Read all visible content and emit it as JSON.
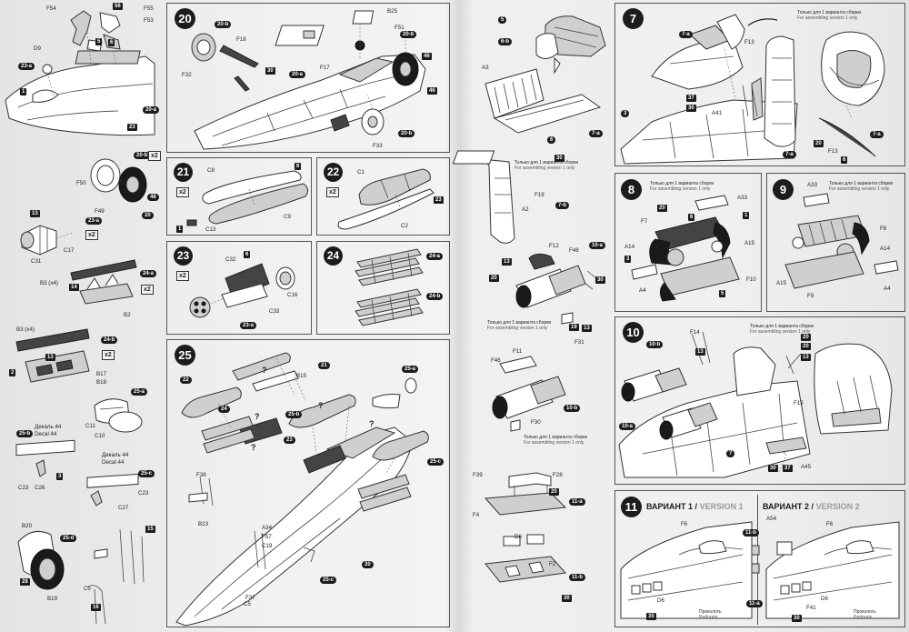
{
  "colors": {
    "ink": "#1c1c1c",
    "paper": "#efefed",
    "panel_border": "#555555",
    "gray_text": "#999999"
  },
  "steps": [
    {
      "id": "20",
      "number": "20"
    },
    {
      "id": "21",
      "number": "21"
    },
    {
      "id": "22",
      "number": "22"
    },
    {
      "id": "23",
      "number": "23"
    },
    {
      "id": "24",
      "number": "24"
    },
    {
      "id": "25",
      "number": "25"
    },
    {
      "id": "7",
      "number": "7"
    },
    {
      "id": "8",
      "number": "8"
    },
    {
      "id": "9",
      "number": "9"
    },
    {
      "id": "10",
      "number": "10"
    },
    {
      "id": "11",
      "number": "11"
    }
  ],
  "left_strip": {
    "labels": [
      "F54",
      "F55",
      "F53",
      "D9",
      "23-a",
      "20-a",
      "20-b",
      "x2",
      "F50",
      "F49",
      "46",
      "20",
      "23-a",
      "x2",
      "C31",
      "C17",
      "B3 (x4)",
      "24-a",
      "x2",
      "B2",
      "B3 (x4)",
      "24-b",
      "x2",
      "B17",
      "B18",
      "25-a",
      "C11",
      "C10",
      "25-b",
      "Декаль 44",
      "Decal 44",
      "C23",
      "C26",
      "Декаль 44",
      "Decal 44",
      "25-c",
      "C23",
      "C27",
      "B20",
      "25-d",
      "B19",
      "C5",
      "5",
      "6",
      "1",
      "13",
      "2",
      "28",
      "56",
      "16",
      "14",
      "13",
      "15",
      "3",
      "23"
    ]
  },
  "step20": {
    "labels": [
      "20-b",
      "F18",
      "F32",
      "B25",
      "F51",
      "20-a",
      "F17",
      "F33",
      "20-b",
      "46",
      "30",
      "20-b",
      "46"
    ]
  },
  "step21": {
    "labels": [
      "C8",
      "C9",
      "C13",
      "x2",
      "6",
      "1"
    ]
  },
  "step22": {
    "labels": [
      "C1",
      "C2",
      "x2",
      "23"
    ]
  },
  "step23": {
    "labels": [
      "C32",
      "C16",
      "C33",
      "23-a",
      "x2",
      "6"
    ]
  },
  "step24": {
    "labels": [
      "24-a",
      "24-b"
    ]
  },
  "step25": {
    "labels": [
      "22",
      "24",
      "B15",
      "21",
      "25-a",
      "25-b",
      "23",
      "25-c",
      "F38",
      "B23",
      "A34",
      "F57",
      "C19",
      "C5",
      "F37",
      "20",
      "25-c",
      "?",
      "?",
      "?",
      "?",
      "?"
    ]
  },
  "mid_page": {
    "labels": [
      "5",
      "6-b",
      "A3",
      "6",
      "7-a",
      "30",
      "F19",
      "A2",
      "7-b",
      "F12",
      "F46",
      "10-a",
      "30",
      "F31",
      "13",
      "13",
      "20",
      "10-b",
      "F11",
      "F46",
      "F30",
      "F39",
      "F28",
      "20",
      "F4",
      "11-a",
      "D6",
      "F2",
      "11-b",
      "30",
      "19"
    ],
    "note_ru": "Только для 1 варианта сборки",
    "note_en": "For assembling version 1 only"
  },
  "step7": {
    "labels": [
      "7-a",
      "F13",
      "A41",
      "3",
      "7-a",
      "20",
      "F13",
      "6",
      "7-a",
      "37",
      "30"
    ],
    "note_ru": "Только для 1 варианта сборки",
    "note_en": "For assembling version 1 only"
  },
  "step8": {
    "labels": [
      "A33",
      "F7",
      "A14",
      "A15",
      "A4",
      "F10",
      "20",
      "6",
      "1",
      "3",
      "5"
    ],
    "note_ru": "Только для 1 варианта сборки",
    "note_en": "For assembling version 1 only"
  },
  "step9": {
    "labels": [
      "A33",
      "F8",
      "A14",
      "A15",
      "A4",
      "F9"
    ],
    "note_ru": "Только для 1 варианта сборки",
    "note_en": "For assembling version 1 only"
  },
  "step10": {
    "labels": [
      "10-b",
      "F14",
      "13",
      "20",
      "10-a",
      "F15",
      "7",
      "30",
      "37",
      "A45",
      "13",
      "20"
    ],
    "note_ru": "Только для 1 варианта сборки",
    "note_en": "For assembling version 1 only"
  },
  "step11": {
    "version1": {
      "ru": "ВАРИАНТ 1",
      "sep": "/",
      "en": "VERSION 1"
    },
    "version2": {
      "ru": "ВАРИАНТ 2",
      "sep": "/",
      "en": "VERSION 2"
    },
    "labels": [
      "F6",
      "D6",
      "30",
      "11-b",
      "A54",
      "F6",
      "D6",
      "F41",
      "11-a",
      "30"
    ],
    "perforate_ru": "Проколоть",
    "perforate_en": "Perforate"
  }
}
